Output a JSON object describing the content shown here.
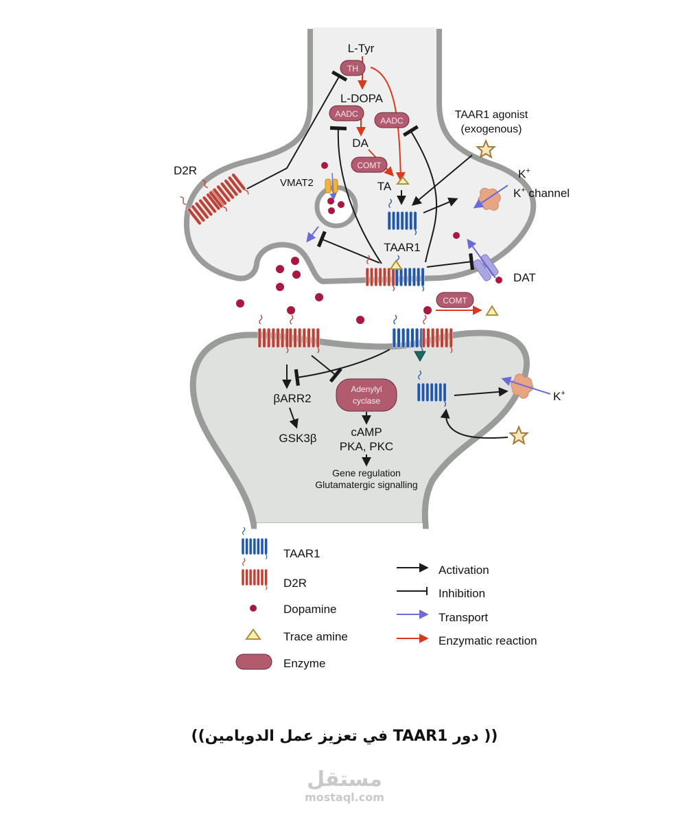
{
  "presynaptic": {
    "l_tyr": "L-Tyr",
    "l_dopa": "L-DOPA",
    "da": "DA",
    "ta": "TA",
    "enzymes": {
      "th": "TH",
      "aadc_1": "AADC",
      "aadc_2": "AADC",
      "comt": "COMT"
    },
    "d2r": "D2R",
    "vmat2": "VMAT2",
    "taar1": "TAAR1",
    "agonist_line1": "TAAR1 agonist",
    "agonist_line2": "(exogenous)",
    "k_ion": "K",
    "k_channel": "K",
    "k_channel_suffix": " channel",
    "plus": "+",
    "dat": "DAT"
  },
  "cleft": {
    "comt": "COMT"
  },
  "postsynaptic": {
    "adenylyl_line1": "Adenylyl",
    "adenylyl_line2": "cyclase",
    "barr2": "βARR2",
    "gsk3b": "GSK3β",
    "camp": "cAMP",
    "pka_pkc": "PKA, PKC",
    "gene_regulation": "Gene regulation",
    "glutamatergic": "Glutamatergic signalling",
    "k_ion": "K",
    "plus": "+"
  },
  "legend": {
    "symbols": [
      {
        "icon": "taar1-receptor-icon",
        "label": "TAAR1"
      },
      {
        "icon": "d2r-receptor-icon",
        "label": "D2R"
      },
      {
        "icon": "dopamine-dot-icon",
        "label": "Dopamine"
      },
      {
        "icon": "trace-amine-triangle-icon",
        "label": "Trace amine"
      },
      {
        "icon": "enzyme-pill-icon",
        "label": "Enzyme"
      }
    ],
    "arrows": [
      {
        "icon": "activation-arrow-icon",
        "label": "Activation"
      },
      {
        "icon": "inhibition-bar-icon",
        "label": "Inhibition"
      },
      {
        "icon": "transport-arrow-icon",
        "label": "Transport"
      },
      {
        "icon": "enzymatic-arrow-icon",
        "label": "Enzymatic reaction"
      }
    ]
  },
  "caption": "(( دور TAAR1 في تعزيز عمل الدوبامين))",
  "watermark": {
    "arabic": "مستقل",
    "latin": "mostaql.com"
  },
  "colors": {
    "membrane": "#9a9c9a",
    "cytoplasm_pre": "#efefef",
    "cytoplasm_post": "#dfe1df",
    "taar1": "#2456a3",
    "d2r": "#b8433a",
    "dopamine": "#a8183f",
    "enzyme": "#b25a6e",
    "trace_amine": "#f6eeb2",
    "enzymatic_arrow": "#d9391f",
    "transport_arrow": "#6a6ad8",
    "k_channel": "#e8a584",
    "dat": "#a9a6e2"
  }
}
